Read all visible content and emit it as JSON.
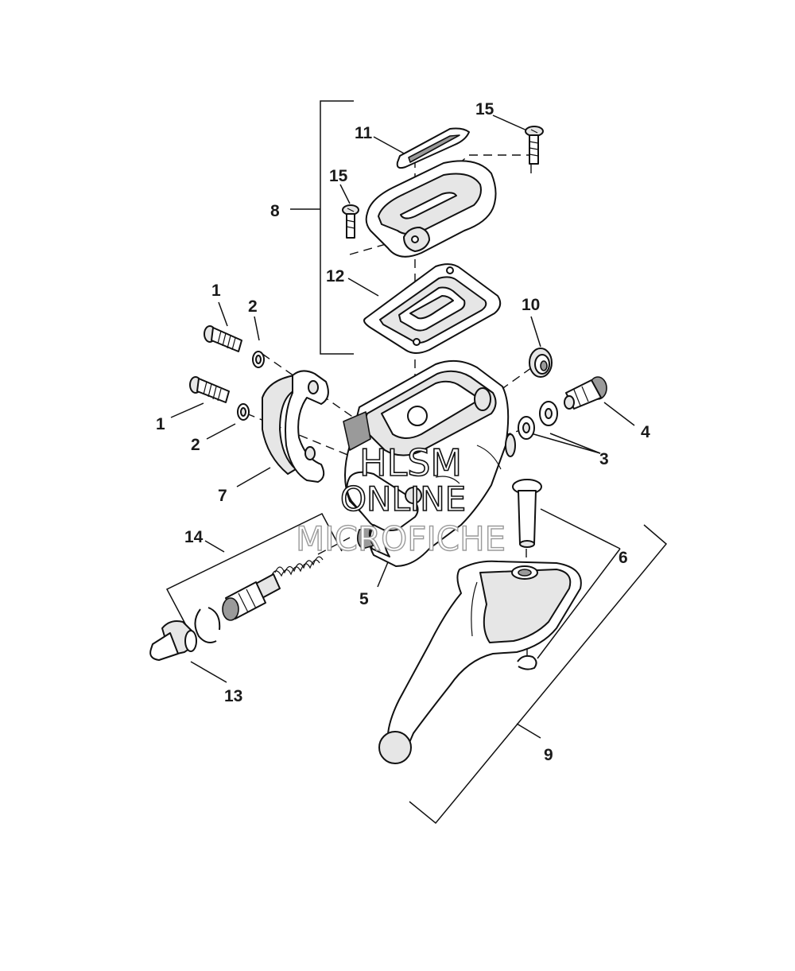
{
  "callouts": {
    "c1a": "1",
    "c1b": "1",
    "c2a": "2",
    "c2b": "2",
    "c3": "3",
    "c4": "4",
    "c5": "5",
    "c6": "6",
    "c7": "7",
    "c8": "8",
    "c9": "9",
    "c10": "10",
    "c11": "11",
    "c12": "12",
    "c13": "13",
    "c14": "14",
    "c15a": "15",
    "c15b": "15"
  },
  "watermark": {
    "line1": "HLSM",
    "line2": "ONLINE",
    "line3": "MICROFICHE"
  }
}
